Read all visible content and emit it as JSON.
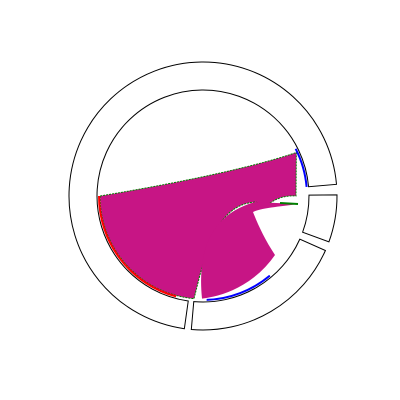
{
  "chart_data": {
    "type": "chord",
    "title": "",
    "segments": [
      {
        "id": "A",
        "label": ""
      },
      {
        "id": "B",
        "label": ""
      },
      {
        "id": "C",
        "label": ""
      }
    ],
    "ribbons": [
      {
        "from": "A",
        "to": "C",
        "fill_color": "#c71585"
      },
      {
        "from": "C",
        "to": "B",
        "fill_color": "#c71585"
      }
    ],
    "colors": {
      "ribbon_fill": "#c71585",
      "ribbon_edge_a": "#ff0000",
      "ribbon_edge_b": "#0000ff",
      "ribbon_edge_c": "#008000",
      "segment_stroke": "#000000",
      "segment_fill": "#ffffff",
      "background": "#ffffff"
    }
  }
}
